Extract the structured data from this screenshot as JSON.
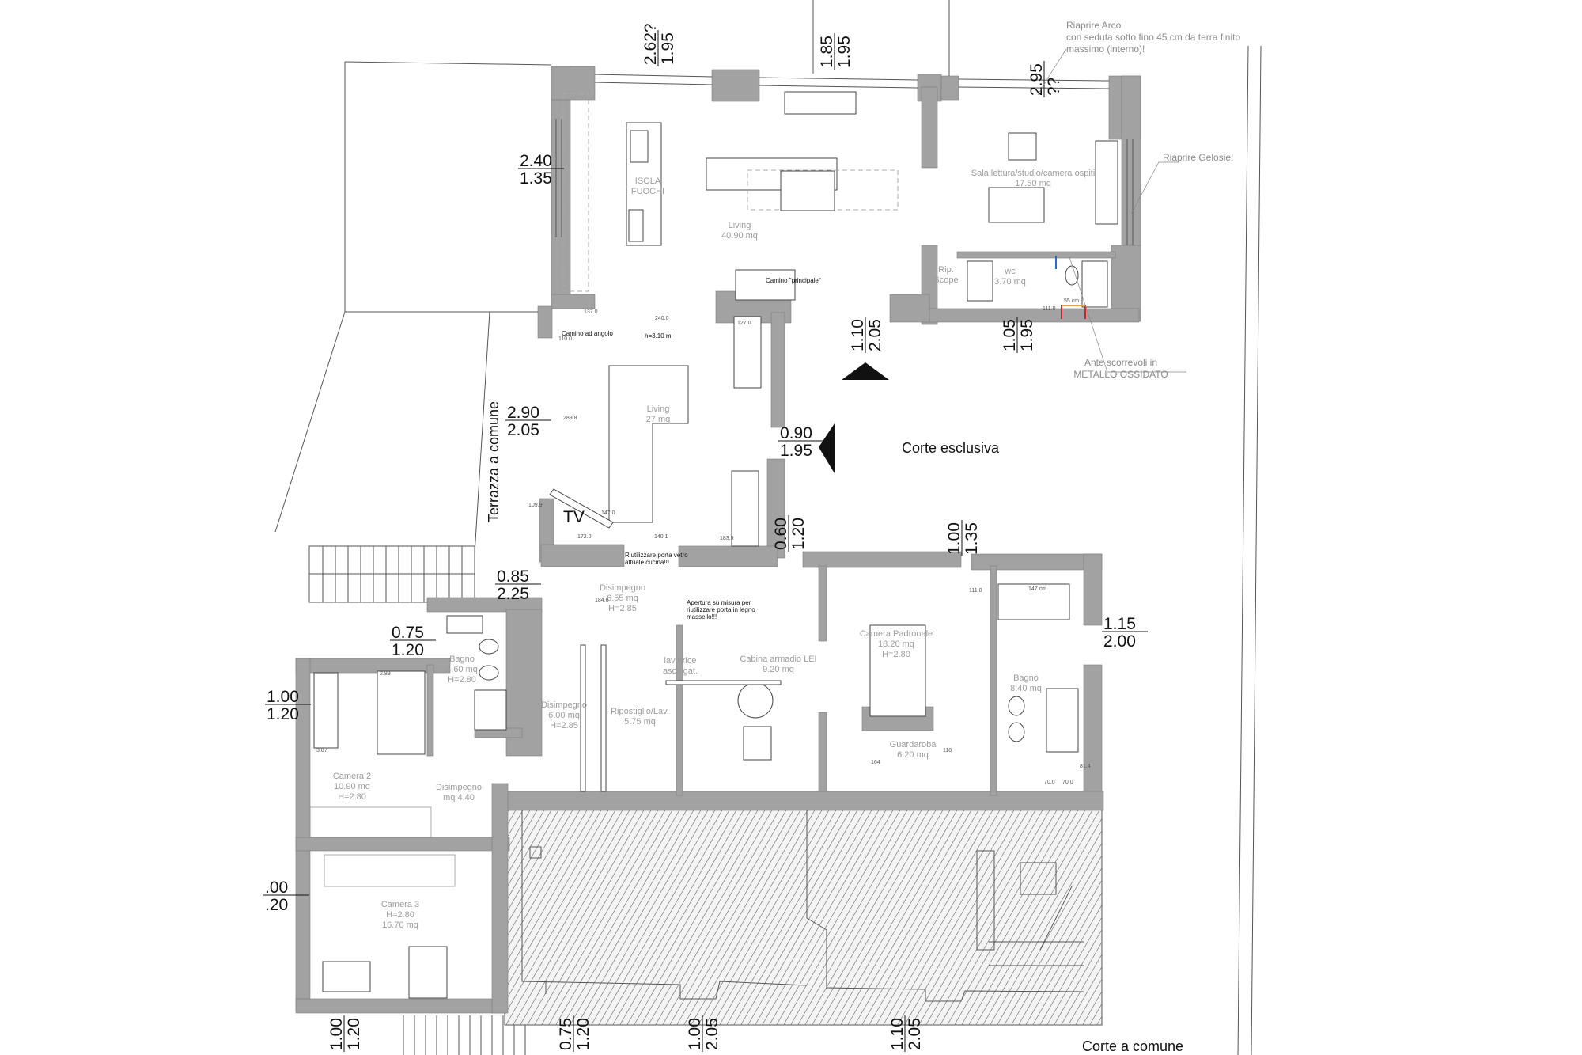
{
  "dimensions": [
    {
      "top": "2.62?",
      "bottom": "1.95"
    },
    {
      "top": "1.85",
      "bottom": "1.95"
    },
    {
      "top": "2.95",
      "bottom": "??"
    },
    {
      "top": "2.40",
      "bottom": "1.35"
    },
    {
      "top": "1.10",
      "bottom": "2.05"
    },
    {
      "top": "1.05",
      "bottom": "1.95"
    },
    {
      "top": "2.90",
      "bottom": "2.05"
    },
    {
      "top": "0.90",
      "bottom": "1.95"
    },
    {
      "top": "0.60",
      "bottom": "1.20"
    },
    {
      "top": "1.00",
      "bottom": "1.35"
    },
    {
      "top": "0.85",
      "bottom": "2.25"
    },
    {
      "top": "0.75",
      "bottom": "1.20"
    },
    {
      "top": "1.15",
      "bottom": "2.00"
    },
    {
      "top": "1.00",
      "bottom": "1.20"
    },
    {
      "top": ".00",
      "bottom": ".20"
    },
    {
      "top": "1.00",
      "bottom": "1.20"
    },
    {
      "top": "0.75",
      "bottom": "1.20"
    },
    {
      "top": "1.00",
      "bottom": "2.05"
    },
    {
      "top": "1.10",
      "bottom": "2.05"
    }
  ],
  "rooms": [
    {
      "id": "isola",
      "lines": [
        "ISOLA",
        "FUOCHI"
      ]
    },
    {
      "id": "living-main",
      "lines": [
        "Living",
        "40.90 mq"
      ]
    },
    {
      "id": "sala-lettura",
      "lines": [
        "Sala lettura/studio/camera ospiti",
        "17.50 mq"
      ]
    },
    {
      "id": "ripostiglio-scope",
      "lines": [
        "Rip.",
        "Scope"
      ]
    },
    {
      "id": "wc",
      "lines": [
        "wc",
        "3.70 mq"
      ]
    },
    {
      "id": "living-27",
      "lines": [
        "Living",
        "27 mq"
      ]
    },
    {
      "id": "disimpegno-655",
      "lines": [
        "Disimpegno",
        "6.55 mq",
        "H=2.85"
      ]
    },
    {
      "id": "cabina-armadio",
      "lines": [
        "Cabina armadio LEI",
        "9.20 mq"
      ]
    },
    {
      "id": "camera-padronale",
      "lines": [
        "Camera Padronale",
        "18.20 mq",
        "H=2.80"
      ]
    },
    {
      "id": "bagno-840",
      "lines": [
        "Bagno",
        "8.40 mq"
      ]
    },
    {
      "id": "bagno-460",
      "lines": [
        "Bagno",
        "4.60 mq",
        "H=2.80"
      ]
    },
    {
      "id": "disimpegno-600",
      "lines": [
        "Disimpegno",
        "6.00 mq",
        "H=2.85"
      ]
    },
    {
      "id": "ripostiglio-lav",
      "lines": [
        "Ripostiglio/Lav.",
        "5.75 mq"
      ]
    },
    {
      "id": "guardaroba",
      "lines": [
        "Guardaroba",
        "6.20 mq"
      ]
    },
    {
      "id": "camera-2",
      "lines": [
        "Camera 2",
        "10.90 mq",
        "H=2.80"
      ]
    },
    {
      "id": "disimpegno-440",
      "lines": [
        "Disimpegno",
        "mq 4.40"
      ]
    },
    {
      "id": "camera-3",
      "lines": [
        "Camera 3",
        "H=2.80",
        "16.70 mq"
      ]
    },
    {
      "id": "lavatrice",
      "lines": [
        "lavatrice",
        "asciugat."
      ]
    }
  ],
  "annotations": [
    {
      "id": "riaprire-arco",
      "lines": [
        "Riaprire Arco",
        "con seduta sotto fino 45 cm da terra finito",
        "massimo (interno)!"
      ]
    },
    {
      "id": "riaprire-gelosie",
      "lines": [
        "Riaprire Gelosie!"
      ]
    },
    {
      "id": "ante-scorrevoli",
      "lines": [
        "Ante scorrevoli in",
        "METALLO OSSIDATO"
      ]
    }
  ],
  "black_notes": [
    {
      "id": "camino-principale",
      "lines": [
        "Camino \"principale\""
      ]
    },
    {
      "id": "camino-angolo",
      "lines": [
        "Camino ad angolo"
      ]
    },
    {
      "id": "ceiling-height",
      "lines": [
        "h=3.10 ml"
      ]
    },
    {
      "id": "riutilizzare-porta-vetro",
      "lines": [
        "Riutilizzare porta vetro",
        "attuale cucina!!!"
      ]
    },
    {
      "id": "apertura-su-misura",
      "lines": [
        "Apertura su misura per",
        "riutilizzare porta in legno",
        "massello!!!"
      ]
    }
  ],
  "tv_label": "TV",
  "measurements": [
    "137.0",
    "240.0",
    "127.0",
    "110.0",
    "289.8",
    "109.9",
    "147.0",
    "172.0",
    "140.1",
    "183.9",
    "184.6",
    "2.89",
    "3.87",
    "164",
    "118",
    "81.4",
    "70.0",
    "70.0",
    "111.0",
    "147 cm",
    "55 cm",
    "111.0"
  ],
  "areas": {
    "terrazza": "Terrazza a comune",
    "corte_esclusiva": "Corte esclusiva",
    "corte_comune": "Corte a comune"
  },
  "colors": {
    "wall": "#a2a2a2",
    "hot_pipe": "#d42020",
    "cold_pipe": "#1e6fd4",
    "bath_outline": "#e0a050"
  }
}
